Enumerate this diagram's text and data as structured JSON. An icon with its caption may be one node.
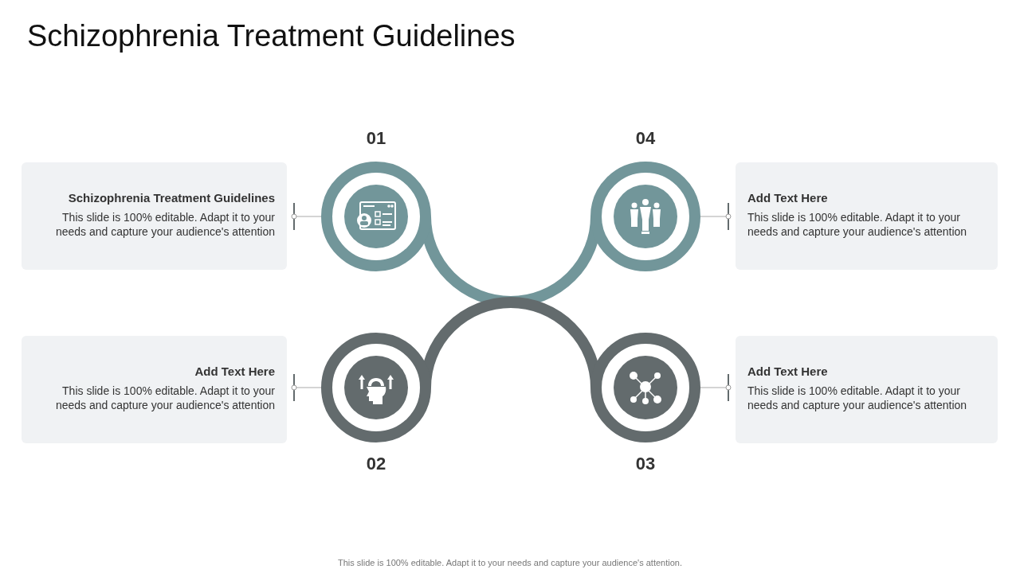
{
  "diagram": {
    "title": "Schizophrenia Treatment Guidelines",
    "nodes": [
      {
        "text": [
          "Schizophrenia Treatment Guidelines",
          "This slide is 100% editable. Adapt it to your needs and capture your audience's attention"
        ]
      },
      {
        "text": [],
        "shape": "circle",
        "beside": [
          "01"
        ]
      },
      {
        "text": [],
        "shape": "circle",
        "beside": [
          "04"
        ]
      },
      {
        "text": [
          "Add Text Here",
          "This slide is 100% editable. Adapt it to your needs and capture your audience's attention"
        ]
      },
      {
        "text": [
          "Add Text Here",
          "This slide is 100% editable. Adapt it to your needs and capture your audience's attention"
        ]
      },
      {
        "text": [],
        "shape": "circle",
        "beside": [
          "02"
        ]
      },
      {
        "text": [],
        "shape": "circle",
        "beside": [
          "03"
        ]
      },
      {
        "text": [
          "Add Text Here",
          "This slide is 100% editable. Adapt it to your needs and capture your audience's attention"
        ]
      }
    ],
    "edges": [
      {
        "from": 1,
        "to": 2,
        "arrow": "none",
        "style": "thick",
        "color": "#72969a"
      },
      {
        "from": 5,
        "to": 6,
        "arrow": "none",
        "style": "thick",
        "color": "#636b6d"
      },
      {
        "from": 0,
        "to": 1,
        "arrow": "other"
      },
      {
        "from": 3,
        "to": 2,
        "arrow": "other"
      },
      {
        "from": 4,
        "to": 5,
        "arrow": "other"
      },
      {
        "from": 7,
        "to": 6,
        "arrow": "other"
      }
    ],
    "labels": [
      "This slide is 100% editable. Adapt it to your needs and capture your audience's attention."
    ]
  }
}
